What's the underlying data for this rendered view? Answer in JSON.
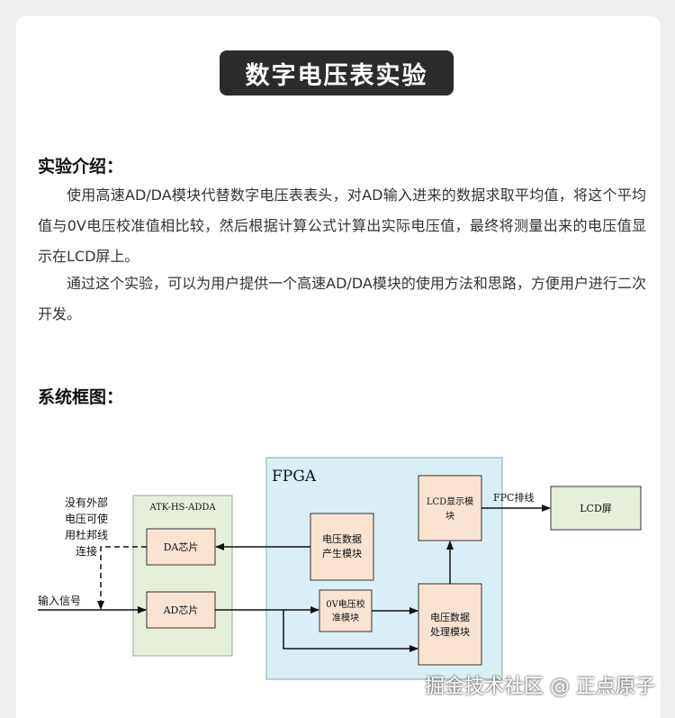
{
  "title": "数字电压表实验",
  "intro": {
    "heading": "实验介绍：",
    "p1": "使用高速AD/DA模块代替数字电压表表头，对AD输入进来的数据求取平均值，将这个平均值与0V电压校准值相比较，然后根据计算公式计算出实际电压值，最终将测量出来的电压值显示在LCD屏上。",
    "p2": "通过这个实验，可以为用户提供一个高速AD/DA模块的使用方法和思路，方便用户进行二次开发。"
  },
  "diagram": {
    "heading": "系统框图：",
    "fpga_label": "FPGA",
    "adda_label": "ATK-HS-ADDA",
    "da_chip": "DA芯片",
    "ad_chip": "AD芯片",
    "gen_module": [
      "电压数据",
      "产生模块"
    ],
    "calib_module": [
      "0V电压校",
      "准模块"
    ],
    "proc_module": [
      "电压数据",
      "处理模块"
    ],
    "lcd_module": [
      "LCD显示模",
      "块"
    ],
    "lcd_screen": "LCD屏",
    "fpc_label": "FPC排线",
    "input_label": "输入信号",
    "note_lines": [
      "没有外部",
      "电压可使",
      "用杜邦线",
      "连接"
    ]
  },
  "watermark": "掘金技术社区 @ 正点原子",
  "colors": {
    "fpga_bg": "#daeef5",
    "adda_bg": "#e6efdc",
    "module_bg": "#fbe3d2",
    "lcd_bg": "#e6efdc"
  }
}
